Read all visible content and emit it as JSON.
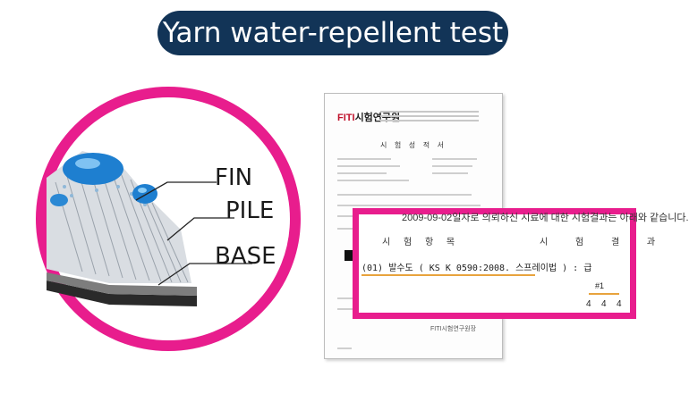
{
  "title": "Yarn water-repellent test",
  "colors": {
    "title_bg": "#123457",
    "accent_pink": "#e81d8d",
    "underline": "#e8a33d"
  },
  "illustration": {
    "labels": {
      "fin": "FIN",
      "pile": "PILE",
      "base": "BASE"
    }
  },
  "document": {
    "logo": "FITI",
    "logo_sub": "시험연구원",
    "doc_title": "시 험 성 적 서",
    "footer": "FITI시험연구원장"
  },
  "zoom": {
    "head": "2009-09-02일자로 의뢰하신 시료에 대한 시험결과는 아래와 같습니다.",
    "col1": "시 험 항 목",
    "col2": "시 험 결 과",
    "item": "(01) 발수도 ( KS K 0590:2008. 스프레이법 ) : 급",
    "rep": "#1",
    "values": [
      "4",
      "4",
      "4"
    ]
  }
}
